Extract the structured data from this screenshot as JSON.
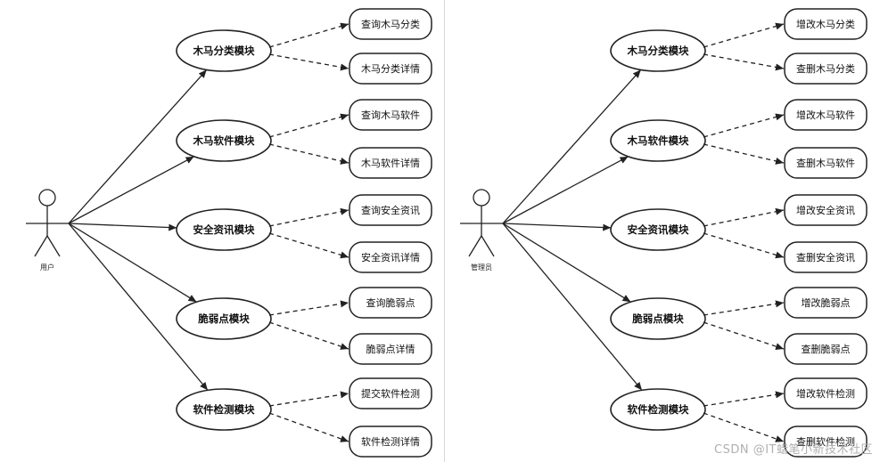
{
  "left": {
    "actor": "用户",
    "modules": [
      {
        "name": "木马分类模块",
        "leaves": [
          "查询木马分类",
          "木马分类详情"
        ]
      },
      {
        "name": "木马软件模块",
        "leaves": [
          "查询木马软件",
          "木马软件详情"
        ]
      },
      {
        "name": "安全资讯模块",
        "leaves": [
          "查询安全资讯",
          "安全资讯详情"
        ]
      },
      {
        "name": "脆弱点模块",
        "leaves": [
          "查询脆弱点",
          "脆弱点详情"
        ]
      },
      {
        "name": "软件检测模块",
        "leaves": [
          "提交软件检测",
          "软件检测详情"
        ]
      }
    ]
  },
  "right": {
    "actor": "管理员",
    "modules": [
      {
        "name": "木马分类模块",
        "leaves": [
          "增改木马分类",
          "查删木马分类"
        ]
      },
      {
        "name": "木马软件模块",
        "leaves": [
          "增改木马软件",
          "查删木马软件"
        ]
      },
      {
        "name": "安全资讯模块",
        "leaves": [
          "增改安全资讯",
          "查删安全资讯"
        ]
      },
      {
        "name": "脆弱点模块",
        "leaves": [
          "增改脆弱点",
          "查删脆弱点"
        ]
      },
      {
        "name": "软件检测模块",
        "leaves": [
          "增改软件检测",
          "查删软件检测"
        ]
      }
    ]
  },
  "watermark": "CSDN @IT蜡笔小新技术社区"
}
